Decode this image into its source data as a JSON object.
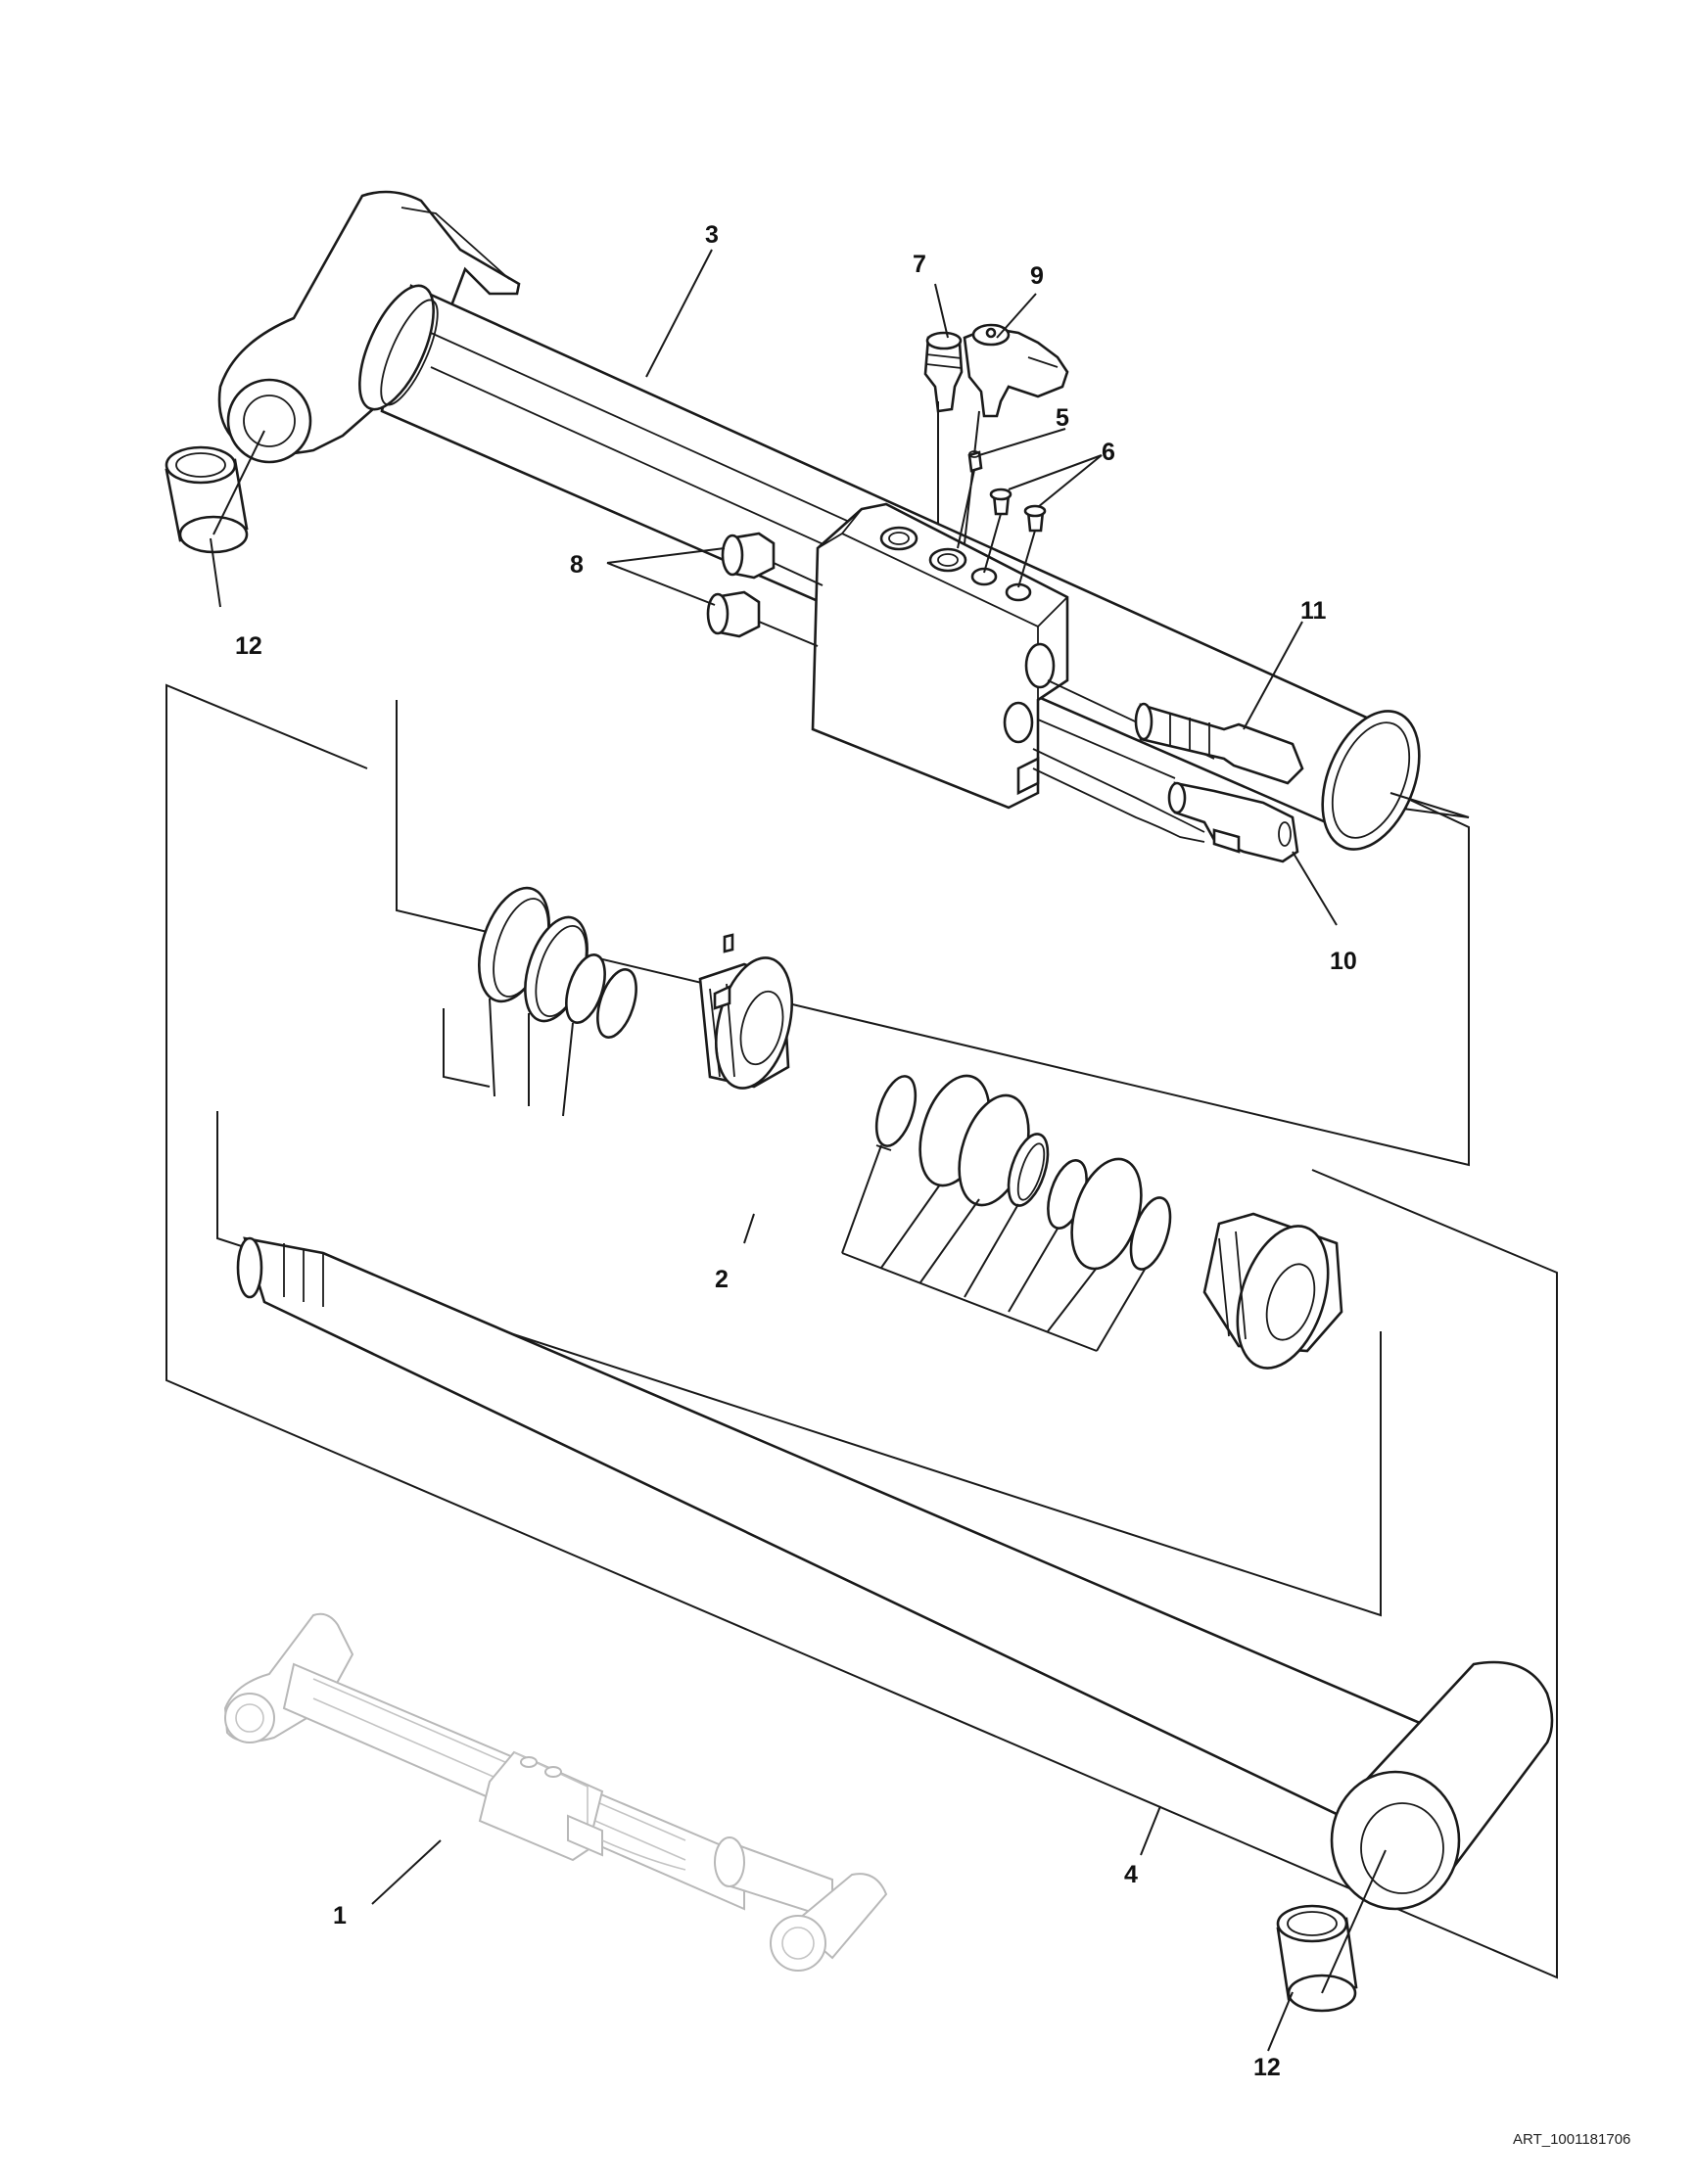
{
  "diagram": {
    "callouts": {
      "c1": "1",
      "c2": "2",
      "c3": "3",
      "c4": "4",
      "c5": "5",
      "c6": "6",
      "c7": "7",
      "c8": "8",
      "c9": "9",
      "c10": "10",
      "c11": "11",
      "c12_top": "12",
      "c12_bottom": "12"
    },
    "art_id": "ART_1001181706"
  },
  "colors": {
    "line": "#1a1a1a",
    "ghost": "#b8b8b8",
    "background": "#ffffff"
  }
}
